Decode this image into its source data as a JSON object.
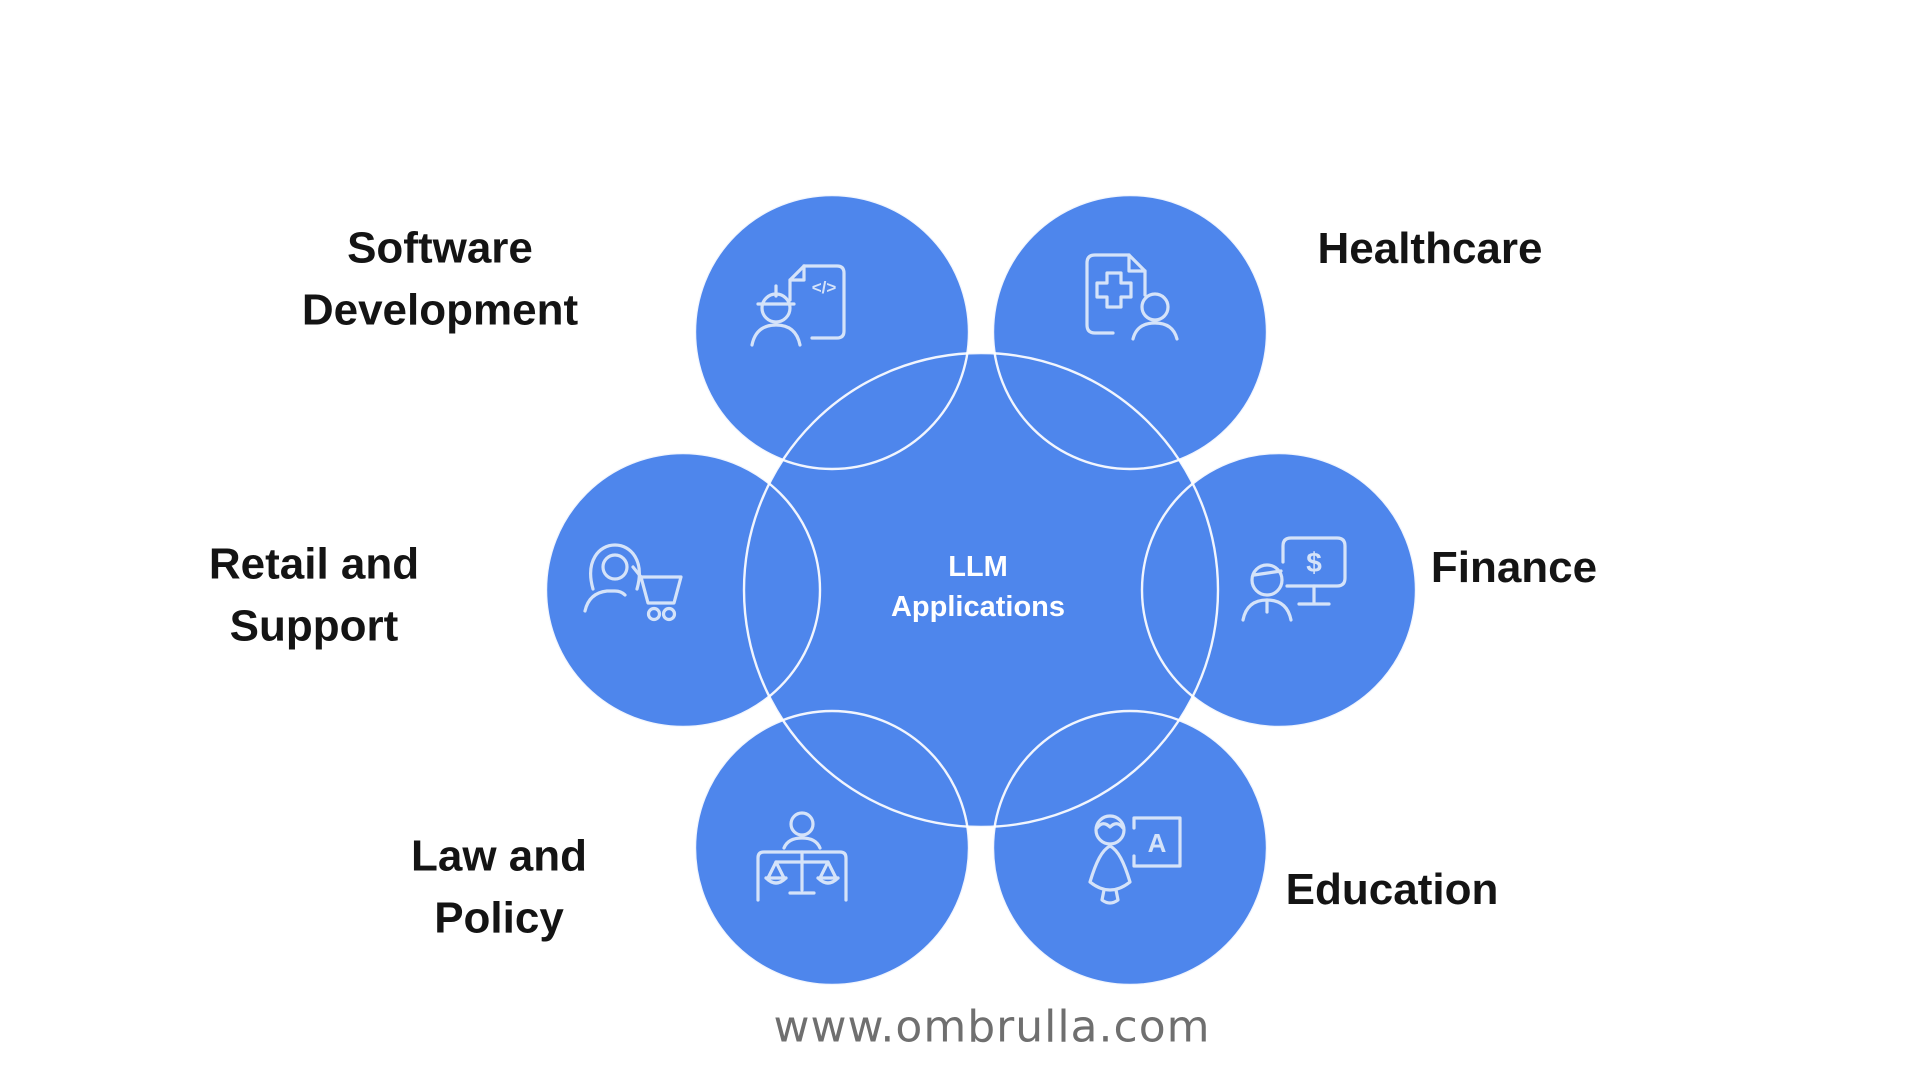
{
  "colors": {
    "background": "#ffffff",
    "circle_fill": "#4e86ec",
    "circle_outline": "#ffffff",
    "icon_stroke": "#d5e3f9",
    "label_color": "#141414",
    "center_text_color": "#ffffff",
    "url_color": "#6f6f6f"
  },
  "center": {
    "title": "LLM Applications"
  },
  "nodes": [
    {
      "id": "software-development",
      "label": "Software Development",
      "icon": "engineer-code-document-icon"
    },
    {
      "id": "healthcare",
      "label": "Healthcare",
      "icon": "medical-record-person-icon"
    },
    {
      "id": "retail-support",
      "label": "Retail and Support",
      "icon": "support-agent-shopping-cart-icon"
    },
    {
      "id": "finance",
      "label": "Finance",
      "icon": "analyst-dollar-monitor-icon"
    },
    {
      "id": "law-policy",
      "label": "Law and Policy",
      "icon": "judge-scales-of-justice-icon"
    },
    {
      "id": "education",
      "label": "Education",
      "icon": "teacher-whiteboard-icon"
    }
  ],
  "icon_glyphs": {
    "code": "</>",
    "dollar": "$",
    "letter_a": "A"
  },
  "footer": {
    "website": "www.ombrulla.com"
  }
}
